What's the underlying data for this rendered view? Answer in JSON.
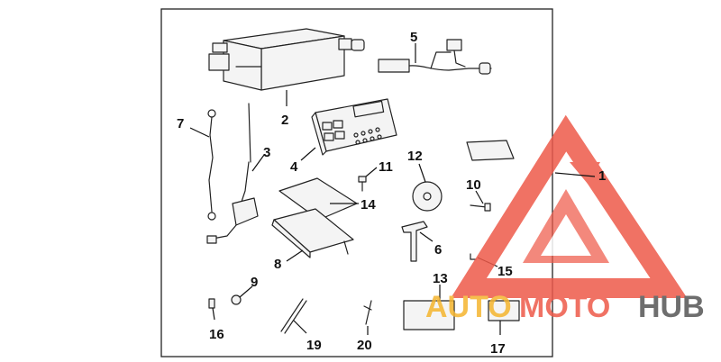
{
  "diagram": {
    "callouts": {
      "c1": "1",
      "c2": "2",
      "c3": "3",
      "c4": "4",
      "c5": "5",
      "c6": "6",
      "c7": "7",
      "c8": "8",
      "c9": "9",
      "c10": "10",
      "c11": "11",
      "c12": "12",
      "c13": "13",
      "c14": "14",
      "c15": "15",
      "c16": "16",
      "c17": "17",
      "c19": "19",
      "c20": "20"
    }
  },
  "watermark": {
    "word1": "AUTO",
    "word2": "MOTO",
    "word3": "HUB",
    "colors": {
      "triangle": "#ee5a4a",
      "auto": "#f5b52e",
      "moto": "#ee5a4a",
      "hub": "#555555"
    }
  }
}
